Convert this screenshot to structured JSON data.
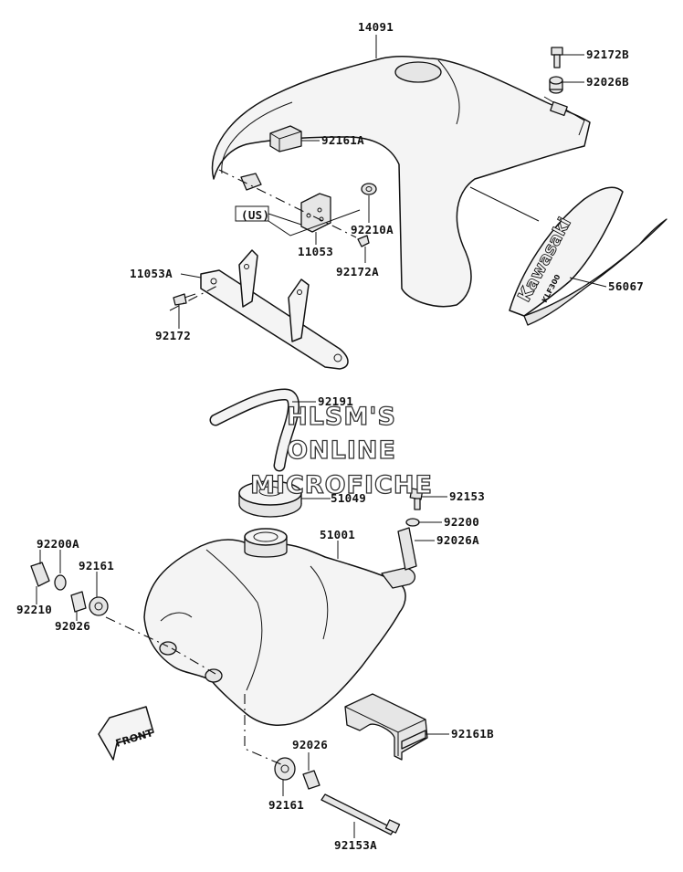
{
  "watermark": {
    "line1": "HLSM'S",
    "line2": "ONLINE",
    "line3": "MICROFICHE"
  },
  "front_arrow_text": "FRONT",
  "decal_text": {
    "brand": "Kawasaki",
    "model": "KLF300"
  },
  "group_label": "(US)",
  "parts": [
    {
      "key": "p14091",
      "number": "14091"
    },
    {
      "key": "p92172B",
      "number": "92172B"
    },
    {
      "key": "p92026B",
      "number": "92026B"
    },
    {
      "key": "p92161A",
      "number": "92161A"
    },
    {
      "key": "p92210A",
      "number": "92210A"
    },
    {
      "key": "p11053",
      "number": "11053"
    },
    {
      "key": "p92172A",
      "number": "92172A"
    },
    {
      "key": "p11053A",
      "number": "11053A"
    },
    {
      "key": "p92172",
      "number": "92172"
    },
    {
      "key": "p56067",
      "number": "56067"
    },
    {
      "key": "p92191",
      "number": "92191"
    },
    {
      "key": "p51049",
      "number": "51049"
    },
    {
      "key": "p92153",
      "number": "92153"
    },
    {
      "key": "p92200",
      "number": "92200"
    },
    {
      "key": "p92026A",
      "number": "92026A"
    },
    {
      "key": "p51001",
      "number": "51001"
    },
    {
      "key": "p92200A",
      "number": "92200A"
    },
    {
      "key": "p92161_left",
      "number": "92161"
    },
    {
      "key": "p92210",
      "number": "92210"
    },
    {
      "key": "p92026_left",
      "number": "92026"
    },
    {
      "key": "p92161B",
      "number": "92161B"
    },
    {
      "key": "p92026_bottom",
      "number": "92026"
    },
    {
      "key": "p92161_bottom",
      "number": "92161"
    },
    {
      "key": "p92153A",
      "number": "92153A"
    }
  ]
}
